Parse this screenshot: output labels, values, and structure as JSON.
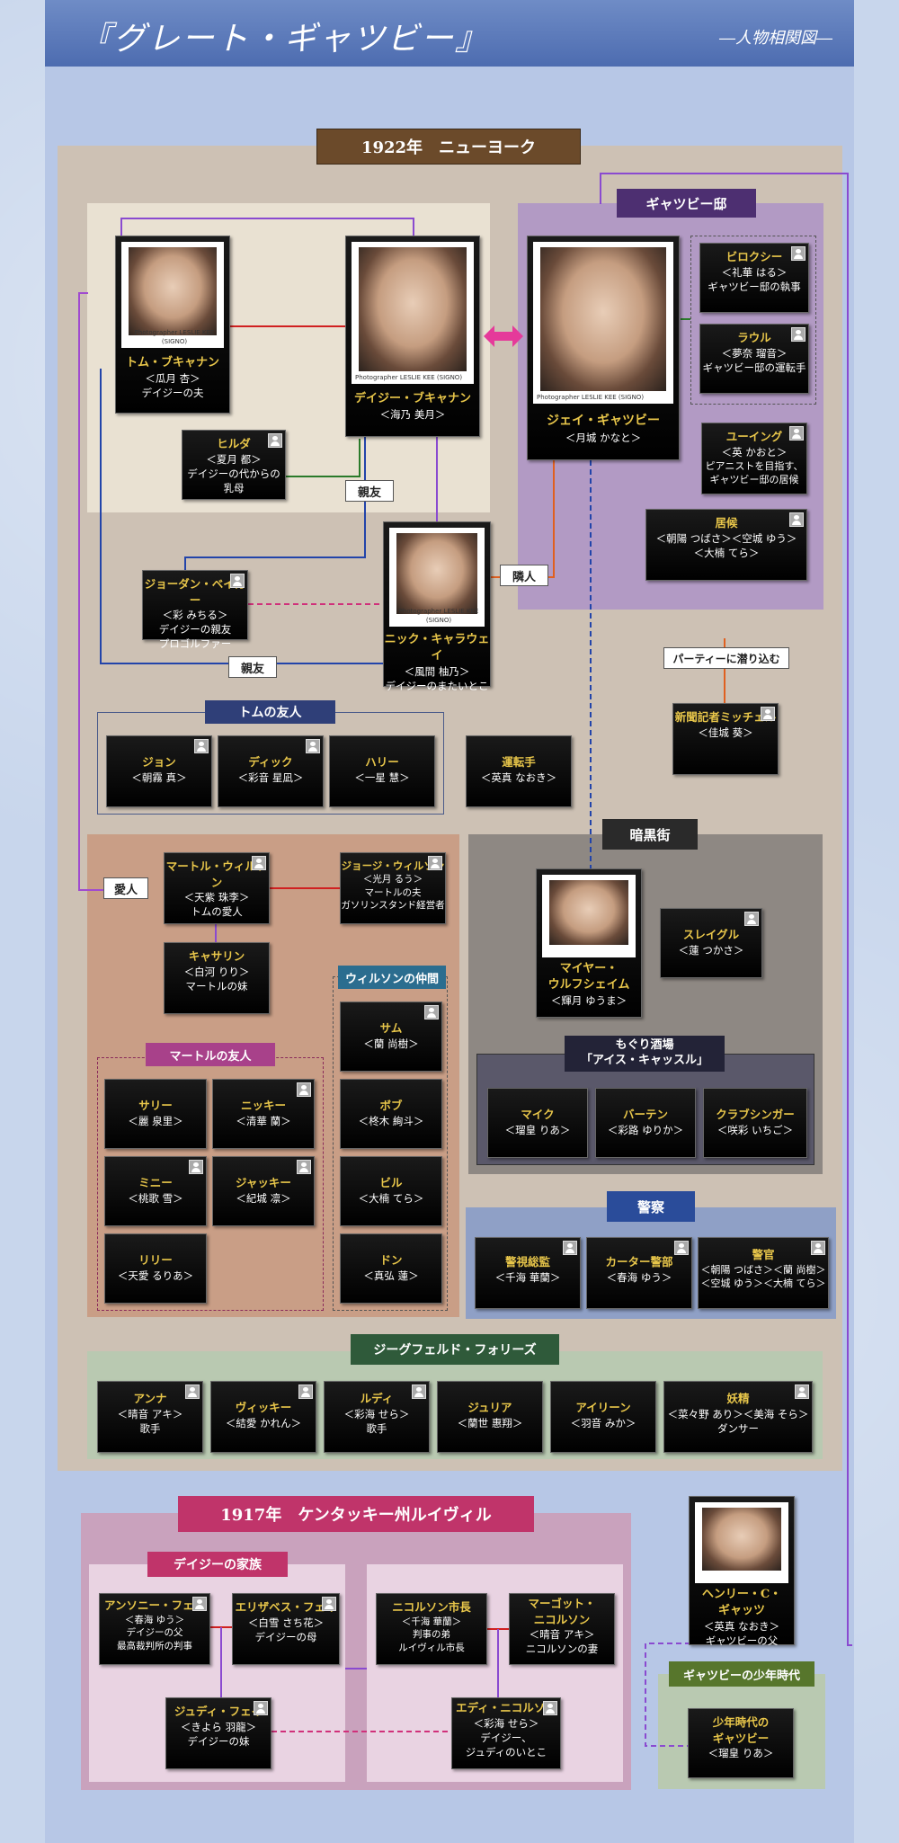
{
  "header": {
    "title": "『グレート・ギャツビー』",
    "subtitle": "―人物相関図―"
  },
  "sections": {
    "ny": "1922年　ニューヨーク",
    "gatsby_house": "ギャツビー邸",
    "tom_friends": "トムの友人",
    "underworld": "暗黒街",
    "speakeasy": "もぐり酒場\n「アイス・キャッスル」",
    "wilson_friends": "ウィルソンの仲間",
    "myrtle_friends": "マートルの友人",
    "police": "警察",
    "ziegfeld": "ジーグフェルド・フォリーズ",
    "ky": "1917年　ケンタッキー州ルイヴィル",
    "daisy_family": "デイジーの家族",
    "young_gatsby": "ギャツビーの少年時代"
  },
  "labels": {
    "cousin": "親友",
    "best_friend": "親友",
    "neighbor": "隣人",
    "lover": "愛人",
    "party": "パーティーに潜り込む"
  },
  "photo_credit": "Photographer LESLIE KEE (SIGNO)",
  "people": {
    "tom": {
      "name": "トム・ブキャナン",
      "l1": "＜瓜月 杏＞",
      "l2": "デイジーの夫"
    },
    "daisy": {
      "name": "デイジー・ブキャナン",
      "l1": "＜海乃 美月＞",
      "l2": ""
    },
    "gatsby": {
      "name": "ジェイ・ギャツビー",
      "l1": "＜月城 かなと＞",
      "l2": ""
    },
    "nick": {
      "name": "ニック・キャラウェイ",
      "l1": "＜風間 柚乃＞",
      "l2": "デイジーのまたいとこ"
    },
    "wolfsheim": {
      "name": "マイヤー・\nウルフシェイム",
      "l1": "＜輝月 ゆうま＞",
      "l2": ""
    },
    "henry": {
      "name": "ヘンリー・C・\nギャッツ",
      "l1": "＜英真 なおき＞",
      "l2": "ギャツビーの父"
    },
    "hilda": {
      "name": "ヒルダ",
      "l1": "＜夏月 都＞",
      "l2": "デイジーの代からの\n乳母"
    },
    "jordan": {
      "name": "ジョーダン・ベイカー",
      "l1": "＜彩 みちる＞",
      "l2": "デイジーの親友\nプロゴルファー"
    },
    "biloxi": {
      "name": "ビロクシー",
      "l1": "＜礼華 はる＞",
      "l2": "ギャツビー邸の執事"
    },
    "raoul": {
      "name": "ラウル",
      "l1": "＜夢奈 瑠音＞",
      "l2": "ギャツビー邸の運転手"
    },
    "ewing": {
      "name": "ユーイング",
      "l1": "＜英 かおと＞",
      "l2": "ピアニストを目指す、\nギャツビー邸の居候"
    },
    "freeloaders": {
      "name": "居候",
      "l1": "＜朝陽 つばさ＞＜空城 ゆう＞",
      "l2": "＜大楠 てら＞"
    },
    "mitchell": {
      "name": "新聞記者ミッチェル",
      "l1": "＜佳城 葵＞",
      "l2": ""
    },
    "john": {
      "name": "ジョン",
      "l1": "＜朝霧 真＞",
      "l2": ""
    },
    "dick": {
      "name": "ディック",
      "l1": "＜彩音 星凪＞",
      "l2": ""
    },
    "harry": {
      "name": "ハリー",
      "l1": "＜一星 慧＞",
      "l2": ""
    },
    "driver": {
      "name": "運転手",
      "l1": "＜英真 なおき＞",
      "l2": ""
    },
    "myrtle": {
      "name": "マートル・ウィルソン",
      "l1": "＜天紫 珠李＞",
      "l2": "トムの愛人"
    },
    "george": {
      "name": "ジョージ・ウィルソン",
      "l1": "＜光月 るう＞",
      "l2": "マートルの夫\nガソリンスタンド経営者"
    },
    "catherine": {
      "name": "キャサリン",
      "l1": "＜白河 りり＞",
      "l2": "マートルの妹"
    },
    "slagle": {
      "name": "スレイグル",
      "l1": "＜蓮 つかさ＞",
      "l2": ""
    },
    "sam": {
      "name": "サム",
      "l1": "＜蘭 尚樹＞",
      "l2": ""
    },
    "bob": {
      "name": "ボブ",
      "l1": "＜柊木 絢斗＞",
      "l2": ""
    },
    "bill": {
      "name": "ビル",
      "l1": "＜大楠 てら＞",
      "l2": ""
    },
    "don": {
      "name": "ドン",
      "l1": "＜真弘 蓮＞",
      "l2": ""
    },
    "sally": {
      "name": "サリー",
      "l1": "＜麗 泉里＞",
      "l2": ""
    },
    "nicky": {
      "name": "ニッキー",
      "l1": "＜清華 蘭＞",
      "l2": ""
    },
    "minnie": {
      "name": "ミニー",
      "l1": "＜桃歌 雪＞",
      "l2": ""
    },
    "jackie": {
      "name": "ジャッキー",
      "l1": "＜紀城 凛＞",
      "l2": ""
    },
    "lily": {
      "name": "リリー",
      "l1": "＜天愛 るりあ＞",
      "l2": ""
    },
    "mike": {
      "name": "マイク",
      "l1": "＜瑠皇 りあ＞",
      "l2": ""
    },
    "barten": {
      "name": "バーテン",
      "l1": "＜彩路 ゆりか＞",
      "l2": ""
    },
    "clubsinger": {
      "name": "クラブシンガー",
      "l1": "＜咲彩 いちご＞",
      "l2": ""
    },
    "chief": {
      "name": "警視総監",
      "l1": "＜千海 華蘭＞",
      "l2": ""
    },
    "carter": {
      "name": "カーター警部",
      "l1": "＜春海 ゆう＞",
      "l2": ""
    },
    "officers": {
      "name": "警官",
      "l1": "＜朝陽 つばさ＞＜蘭 尚樹＞",
      "l2": "＜空城 ゆう＞＜大楠 てら＞"
    },
    "anna": {
      "name": "アンナ",
      "l1": "＜晴音 アキ＞",
      "l2": "歌手"
    },
    "vicky": {
      "name": "ヴィッキー",
      "l1": "＜結愛 かれん＞",
      "l2": ""
    },
    "ruby": {
      "name": "ルディ",
      "l1": "＜彩海 せら＞",
      "l2": "歌手"
    },
    "julia": {
      "name": "ジュリア",
      "l1": "＜蘭世 惠翔＞",
      "l2": ""
    },
    "irene": {
      "name": "アイリーン",
      "l1": "＜羽音 みか＞",
      "l2": ""
    },
    "fairy": {
      "name": "妖精",
      "l1": "＜菜々野 あり＞＜美海 そら＞",
      "l2": "ダンサー"
    },
    "anthony": {
      "name": "アンソニー・フェイ",
      "l1": "＜春海 ゆう＞",
      "l2": "デイジーの父\n最高裁判所の判事"
    },
    "elizabeth": {
      "name": "エリザベス・フェイ",
      "l1": "＜白雪 さち花＞",
      "l2": "デイジーの母"
    },
    "judy": {
      "name": "ジュディ・フェイ",
      "l1": "＜きよら 羽龍＞",
      "l2": "デイジーの妹"
    },
    "nicholson": {
      "name": "ニコルソン市長",
      "l1": "＜千海 華蘭＞",
      "l2": "判事の弟\nルイヴィル市長"
    },
    "margot": {
      "name": "マーゴット・\nニコルソン",
      "l1": "＜晴音 アキ＞",
      "l2": "ニコルソンの妻"
    },
    "eddie": {
      "name": "エディ・ニコルソン",
      "l1": "＜彩海 せら＞",
      "l2": "デイジー、\nジュディのいとこ"
    },
    "younggatsby": {
      "name": "少年時代の\nギャツビー",
      "l1": "＜瑠皇 りあ＞",
      "l2": ""
    }
  }
}
